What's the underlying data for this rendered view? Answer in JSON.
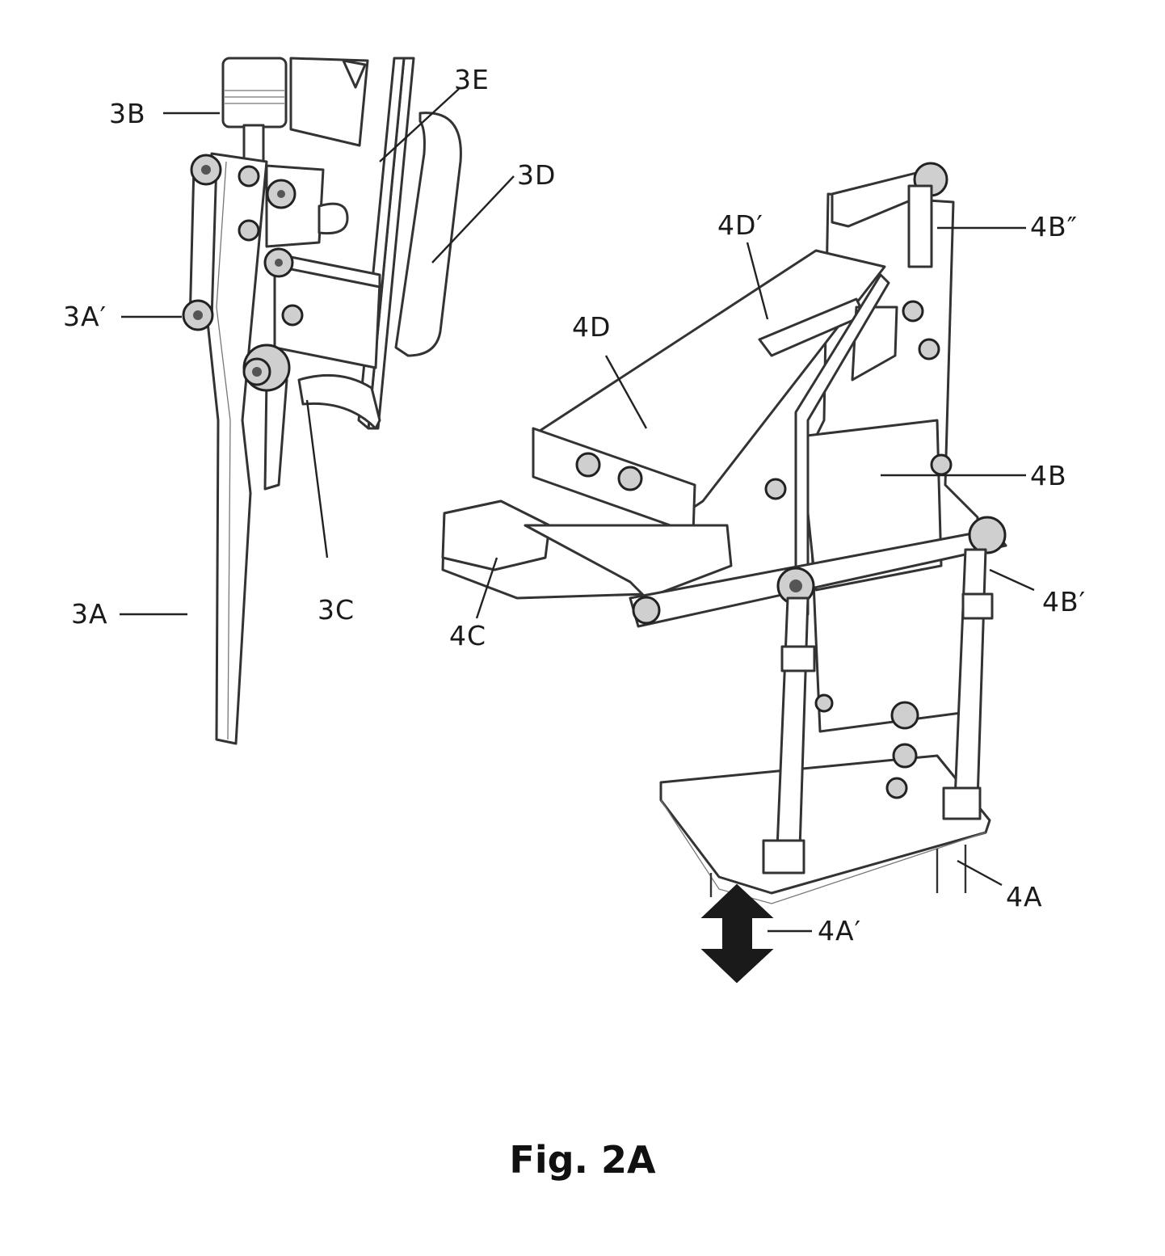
{
  "figure": {
    "caption": "Fig. 2A",
    "labels": {
      "l3B": "3B",
      "l3E": "3E",
      "l3D": "3D",
      "l3A_prime": "3A′",
      "l3A": "3A",
      "l3C": "3C",
      "l4D_prime": "4D′",
      "l4B_dprime": "4B″",
      "l4D": "4D",
      "l4B": "4B",
      "l4C": "4C",
      "l4B_prime": "4B′",
      "l4A": "4A",
      "l4A_prime": "4A′"
    }
  },
  "colors": {
    "ink": "#333333",
    "paper": "#ffffff",
    "arrow": "#1a1a1a"
  },
  "icons": {
    "motion_arrow": "double-headed-vertical-arrow"
  }
}
